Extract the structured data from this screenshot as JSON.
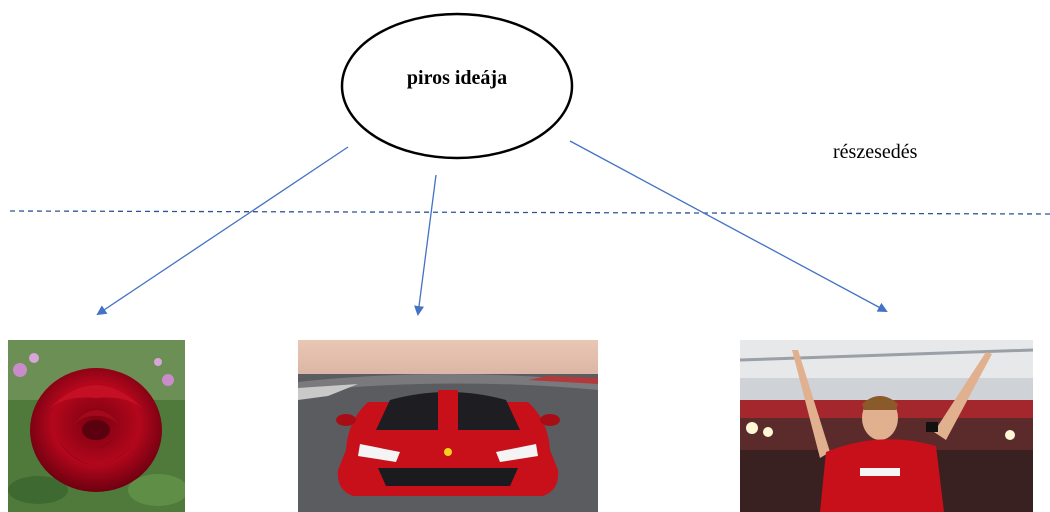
{
  "diagram": {
    "idea_node": {
      "label": "piros ideája"
    },
    "relation_label": "részesedés",
    "line_color": "#4472C4",
    "divider_color": "#2F5496",
    "examples": [
      {
        "icon": "red-rose-photo"
      },
      {
        "icon": "red-sports-car-photo"
      },
      {
        "icon": "football-player-red-jersey-photo"
      }
    ]
  }
}
